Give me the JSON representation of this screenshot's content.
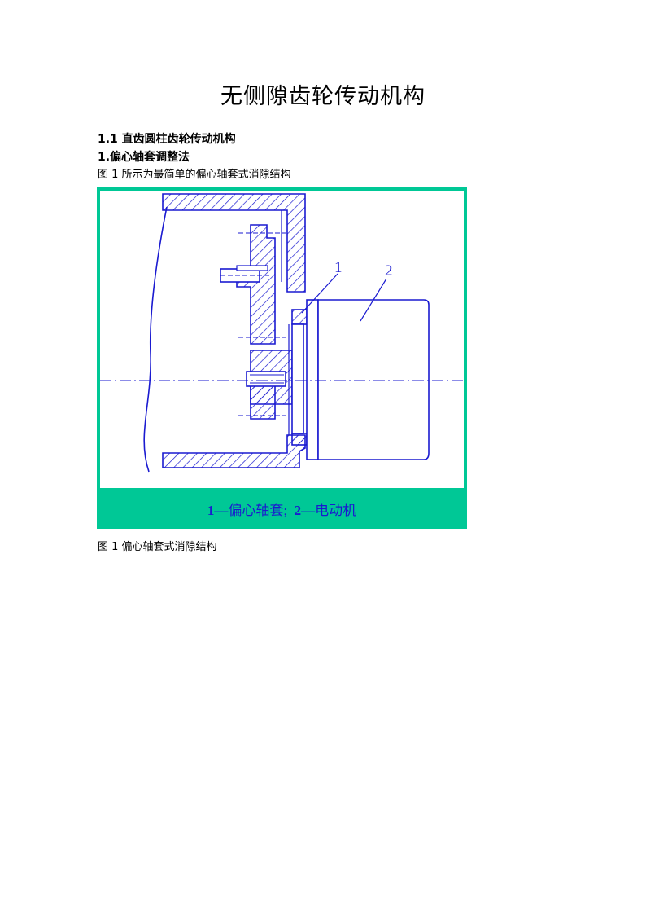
{
  "document": {
    "title": "无侧隙齿轮传动机构",
    "section_heading": "1.1  直齿圆柱齿轮传动机构",
    "subsection_heading": "1.偏心轴套调整法",
    "intro_text": "图 1 所示为最简单的偏心轴套式消隙结构",
    "caption": "图 1  偏心轴套式消隙结构"
  },
  "figure": {
    "callout_1": "1",
    "callout_2": "2",
    "legend": {
      "item1_num": "1",
      "item1_text": "—偏心轴套;",
      "item2_num": "2",
      "item2_text": "—电动机"
    },
    "colors": {
      "frame": "#00c896",
      "line": "#1a1ad0",
      "background": "#ffffff"
    }
  }
}
